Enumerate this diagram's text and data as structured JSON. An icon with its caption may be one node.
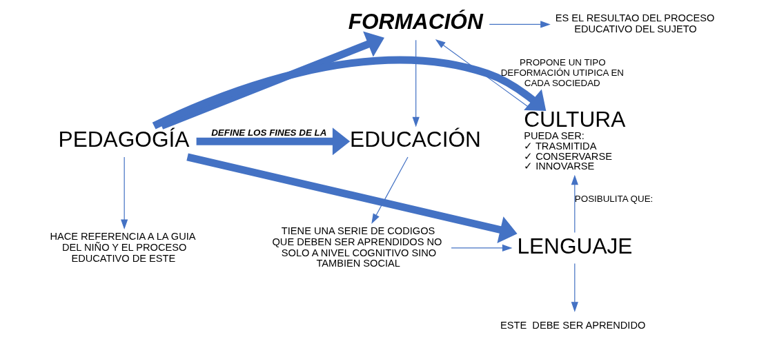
{
  "diagram": {
    "nodes": [
      {
        "text": [
          "FORMACIÓN"
        ]
      },
      {
        "text": [
          "ES EL RESULTAO DEL PROCESO EDUCATIVO DEL SUJETO"
        ]
      },
      {
        "text": [
          "HACE REFERENCIA A LA GUIA DEL NIÑO Y EL PROCESO EDUCATIVO DE ESTE"
        ]
      },
      {
        "text": [
          "CULTURA"
        ],
        "beside": [
          "PUEDA SER:",
          "✓ TRASMITIDA",
          "✓ CONSERVARSE",
          "✓ INNOVARSE"
        ]
      },
      {
        "text": [
          "PEDAGOGÍA"
        ]
      },
      {
        "text": [
          "EDUCACIÓN"
        ]
      },
      {
        "text": [
          "TIENE UNA SERIE DE CODIGOS QUE DEBEN SER APRENDIDOS NO SOLO A NIVEL COGNITIVO SINO TAMBIEN SOCIAL"
        ]
      },
      {
        "text": [
          "LENGUAJE"
        ]
      },
      {
        "text": [
          "ESTE  DEBE SER APRENDIDO"
        ]
      }
    ],
    "edges": [
      {
        "from": 0,
        "to": 1,
        "arrow": "to"
      },
      {
        "from": 0,
        "to": 5,
        "arrow": "to"
      },
      {
        "from": 4,
        "to": 0,
        "arrow": "to",
        "style": "thick"
      },
      {
        "from": 4,
        "to": 3,
        "arrow": "to",
        "style": "thick"
      },
      {
        "from": 4,
        "to": 5,
        "arrow": "to",
        "style": "thick",
        "label": "DEFINE LOS FINES DE LA"
      },
      {
        "from": 4,
        "to": 7,
        "arrow": "to",
        "style": "thick"
      },
      {
        "from": 3,
        "to": 0,
        "arrow": "to",
        "label": "PROPONE UN TIPO DEFORMACIÓN UTIPICA EN CADA SOCIEDAD"
      },
      {
        "from": 4,
        "to": 2,
        "arrow": "to"
      },
      {
        "from": 7,
        "to": 3,
        "arrow": "to",
        "label": "POSIBULITA QUE:"
      },
      {
        "from": 5,
        "to": 6,
        "arrow": "to"
      },
      {
        "from": 6,
        "to": 7,
        "arrow": "to"
      },
      {
        "from": 7,
        "to": 8,
        "arrow": "to"
      }
    ]
  }
}
